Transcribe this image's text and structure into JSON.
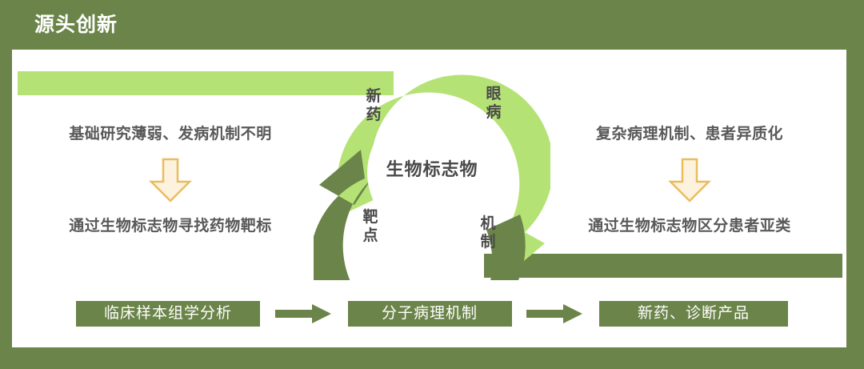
{
  "slide": {
    "title": "源头创新",
    "background_color": "#6b8449",
    "panel_color": "#ffffff"
  },
  "colors": {
    "olive": "#6b8449",
    "light_green": "#b5e275",
    "dark_green": "#6b8449",
    "text_gray": "#595959",
    "arrow_fill": "#fdf2de",
    "arrow_stroke": "#e9bd5c"
  },
  "circle": {
    "center_label": "生物标志物",
    "arc_labels": {
      "top_left": "新药",
      "top_right": "眼病",
      "bottom_left": "靶点",
      "bottom_right": "机制"
    },
    "light_arc_color": "#b5e275",
    "dark_arc_color": "#6b8449"
  },
  "left_column": {
    "problem": "基础研究薄弱、发病机制不明",
    "arrow_icon": "arrow-down-icon",
    "solution": "通过生物标志物寻找药物靶标"
  },
  "right_column": {
    "problem": "复杂病理机制、患者异质化",
    "arrow_icon": "arrow-down-icon",
    "solution": "通过生物标志物区分患者亚类"
  },
  "pipeline": {
    "steps": [
      {
        "label": "临床样本组学分析"
      },
      {
        "label": "分子病理机制"
      },
      {
        "label": "新药、诊断产品"
      }
    ],
    "connector_icon": "arrow-right-icon"
  }
}
